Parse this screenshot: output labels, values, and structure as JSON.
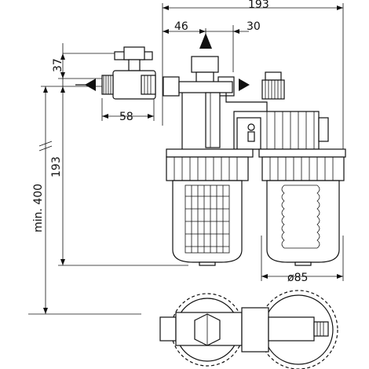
{
  "dimensions": {
    "total_width": "193",
    "inlet_offset": "46",
    "outlet_offset": "30",
    "valve_height": "37",
    "valve_length": "58",
    "height": "193",
    "min_clearance": "min. 400",
    "diameter": "ø85"
  }
}
